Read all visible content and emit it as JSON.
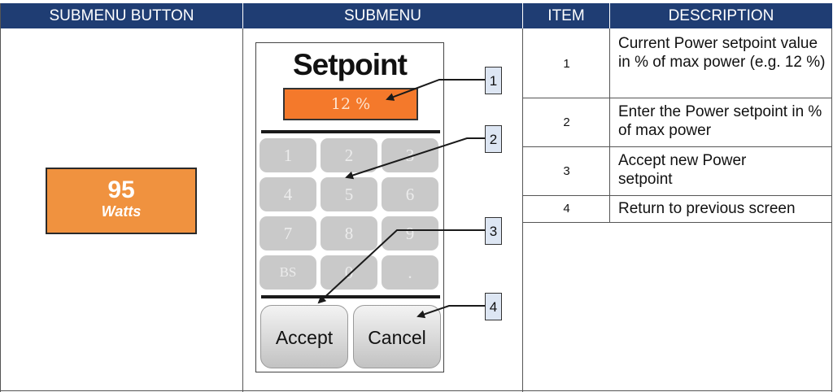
{
  "header": {
    "submenu_button": "SUBMENU BUTTON",
    "submenu": "SUBMENU",
    "item": "ITEM",
    "description": "DESCRIPTION"
  },
  "submenu_button": {
    "value": "95",
    "unit": "Watts"
  },
  "submenu": {
    "title": "Setpoint",
    "setpoint_value": "12 %",
    "keys": [
      "1",
      "2",
      "3",
      "4",
      "5",
      "6",
      "7",
      "8",
      "9",
      "BS",
      "0",
      "."
    ],
    "accept_label": "Accept",
    "cancel_label": "Cancel"
  },
  "callouts": [
    "1",
    "2",
    "3",
    "4"
  ],
  "rows": [
    {
      "item": "1",
      "description": "Current Power setpoint value in % of max power (e.g. 12 %)"
    },
    {
      "item": "2",
      "description": "Enter the Power setpoint in % of max power"
    },
    {
      "item": "3",
      "description": "Accept new Power setpoint"
    },
    {
      "item": "4",
      "description": "Return to previous screen"
    }
  ]
}
